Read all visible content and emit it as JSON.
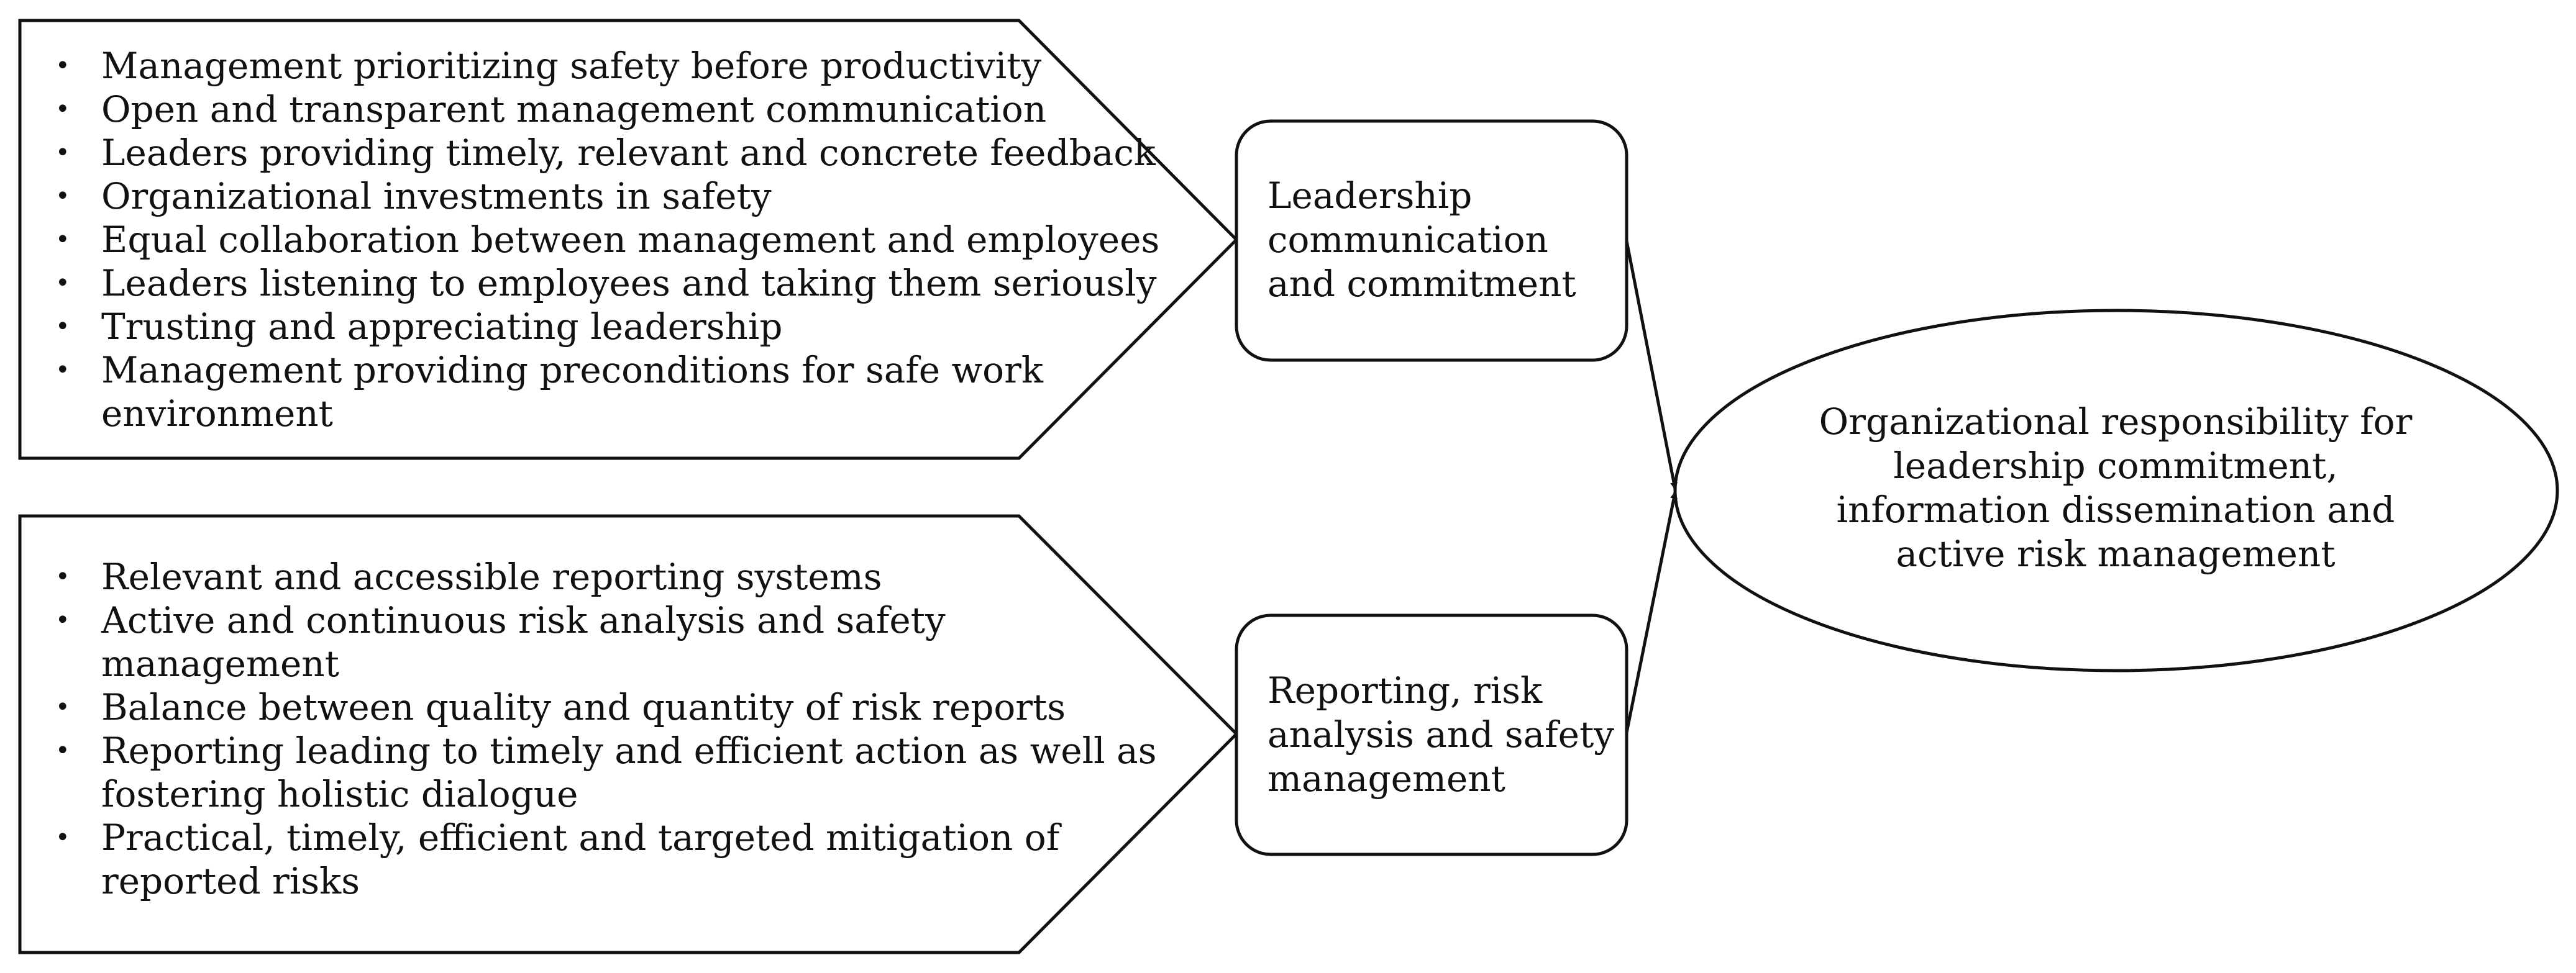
{
  "left_panels": {
    "leadership_factors": [
      "Management prioritizing safety before productivity",
      "Open and transparent management communication",
      "Leaders providing timely, relevant and concrete feedback",
      "Organizational investments in safety",
      "Equal collaboration between management and employees",
      "Leaders listening to employees and taking them  seriously",
      "Trusting and appreciating leadership",
      "Management providing preconditions for safe work\nenvironment"
    ],
    "reporting_factors": [
      "Relevant and accessible reporting systems",
      "Active and continuous risk analysis and safety\nmanagement",
      "Balance between quality and quantity of risk  reports",
      "Reporting leading to timely and efficient action as well as\nfostering holistic dialogue",
      "Practical, timely, efficient and targeted mitigation of\nreported risks"
    ]
  },
  "nodes": {
    "leadership": "Leadership\ncommunication\nand commitment",
    "reporting": "Reporting, risk\nanalysis and safety\nmanagement",
    "outcome": "Organizational responsibility for\nleadership commitment,\ninformation dissemination and\nactive risk management"
  },
  "bullet_symbol": "•",
  "colors": {
    "stroke": "#111111",
    "background": "#ffffff"
  }
}
